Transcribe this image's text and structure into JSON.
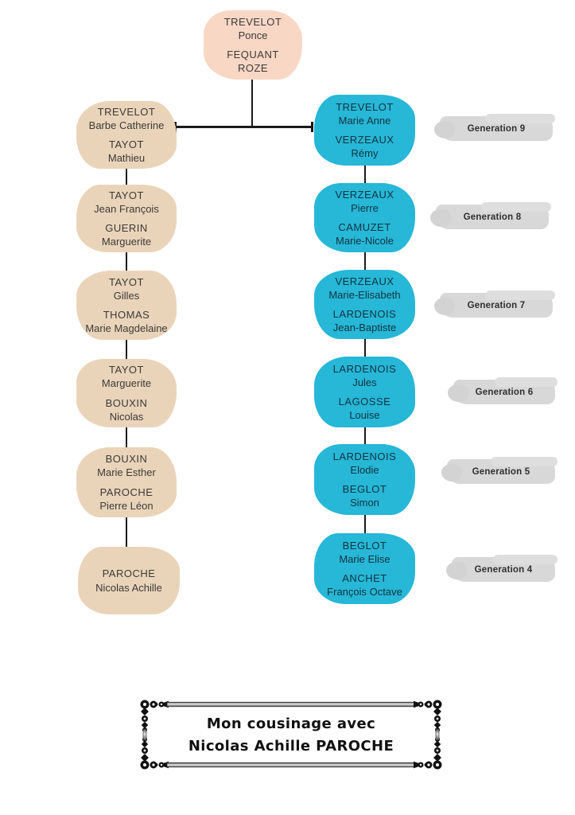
{
  "root": {
    "lines": [
      "TREVELOT",
      "Ponce",
      "FEQUANT",
      "ROZE"
    ]
  },
  "left_column": [
    {
      "lines": [
        "TREVELOT",
        "Barbe Catherine",
        "TAYOT",
        "Mathieu"
      ]
    },
    {
      "lines": [
        "TAYOT",
        "Jean François",
        "GUERIN",
        "Marguerite"
      ]
    },
    {
      "lines": [
        "TAYOT",
        "Gilles",
        "THOMAS",
        "Marie Magdelaine"
      ]
    },
    {
      "lines": [
        "TAYOT",
        "Marguerite",
        "BOUXIN",
        "Nicolas"
      ]
    },
    {
      "lines": [
        "BOUXIN",
        "Marie Esther",
        "PAROCHE",
        "Pierre Léon"
      ]
    },
    {
      "lines": [
        "PAROCHE",
        "Nicolas Achille"
      ]
    }
  ],
  "right_column": [
    {
      "lines": [
        "TREVELOT",
        "Marie Anne",
        "VERZEAUX",
        "Rémy"
      ]
    },
    {
      "lines": [
        "VERZEAUX",
        "Pierre",
        "CAMUZET",
        "Marie-Nicole"
      ]
    },
    {
      "lines": [
        "VERZEAUX",
        "Marie-Elisabeth",
        "LARDENOIS",
        "Jean-Baptiste"
      ]
    },
    {
      "lines": [
        "LARDENOIS",
        "Jules",
        "LAGOSSE",
        "Louise"
      ]
    },
    {
      "lines": [
        "LARDENOIS",
        "Elodie",
        "BEGLOT",
        "Simon"
      ]
    },
    {
      "lines": [
        "BEGLOT",
        "Marie Elise",
        "ANCHET",
        "François Octave"
      ]
    }
  ],
  "generation_labels": [
    "Generation 9",
    "Generation 8",
    "Generation 7",
    "Generation 6",
    "Generation 5",
    "Generation 4"
  ],
  "title": {
    "line1": "Mon cousinage avec",
    "line2": "Nicolas Achille PAROCHE"
  },
  "colors": {
    "root_box": "#f9d7c5",
    "ancestor_box": "#ead4b9",
    "descendant_box": "#27b7d7",
    "generation_label_bg": "#d8d8d8",
    "connector": "#1a1a1a"
  }
}
